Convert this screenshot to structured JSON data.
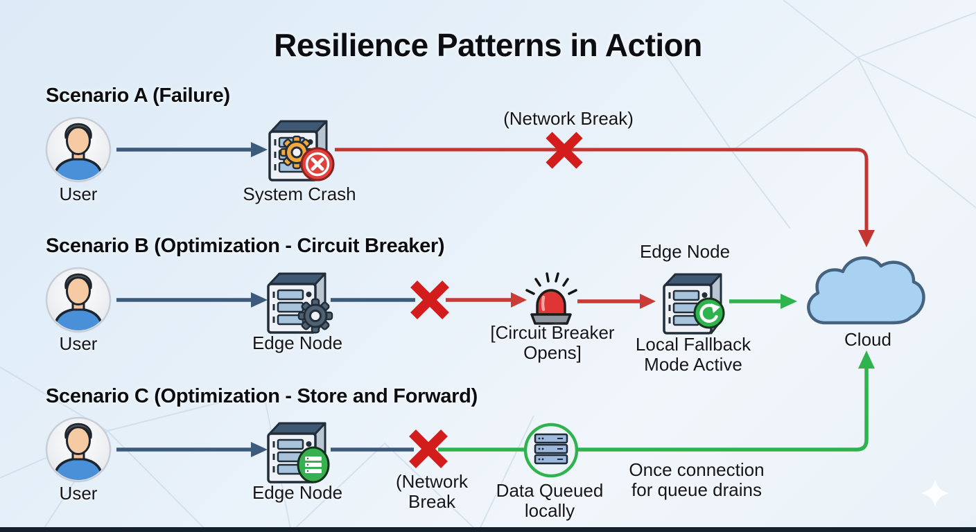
{
  "title": "Resilience Patterns in Action",
  "cloud_label": "Cloud",
  "scenarios": {
    "a": {
      "heading": "Scenario A (Failure)",
      "user": "User",
      "system_crash": "System Crash",
      "network_break": "(Network Break)"
    },
    "b": {
      "heading": "Scenario B (Optimization - Circuit Breaker)",
      "user": "User",
      "edge_node": "Edge Node",
      "circuit_breaker_l1": "[Circuit Breaker",
      "circuit_breaker_l2": "Opens]",
      "edge_node_2": "Edge Node",
      "fallback_l1": "Local Fallback",
      "fallback_l2": "Mode Active"
    },
    "c": {
      "heading": "Scenario C (Optimization - Store and Forward)",
      "user": "User",
      "edge_node": "Edge Node",
      "network_break_l1": "(Network",
      "network_break_l2": "Break",
      "data_queued_l1": "Data Queued",
      "data_queued_l2": "locally",
      "once_l1": "Once connection",
      "once_l2": "for queue drains"
    }
  },
  "colors": {
    "background": "#e4eef8",
    "navy_arrow": "#3c5b7c",
    "red_line": "#c23530",
    "red_x": "#d31c1c",
    "green_line": "#2eb34f",
    "cloud_fill": "#a9d1f2",
    "cloud_stroke": "#45627f",
    "server_top": "#3f5873",
    "gear_orange": "#f2a83c",
    "shirt_blue": "#4a90d8",
    "bottom_bar": "#15202d"
  },
  "icons": {
    "user_avatar": "user-avatar-icon",
    "server_crash": "server-crash-icon",
    "server_gear": "server-gear-icon",
    "server_refresh": "server-refresh-icon",
    "server_queue_badge": "server-queue-badge-icon",
    "siren": "siren-alert-icon",
    "data_queue_circle": "data-queue-servers-icon",
    "cloud": "cloud-icon",
    "network_break_x": "network-break-x-icon",
    "sparkle": "sparkle-icon"
  }
}
